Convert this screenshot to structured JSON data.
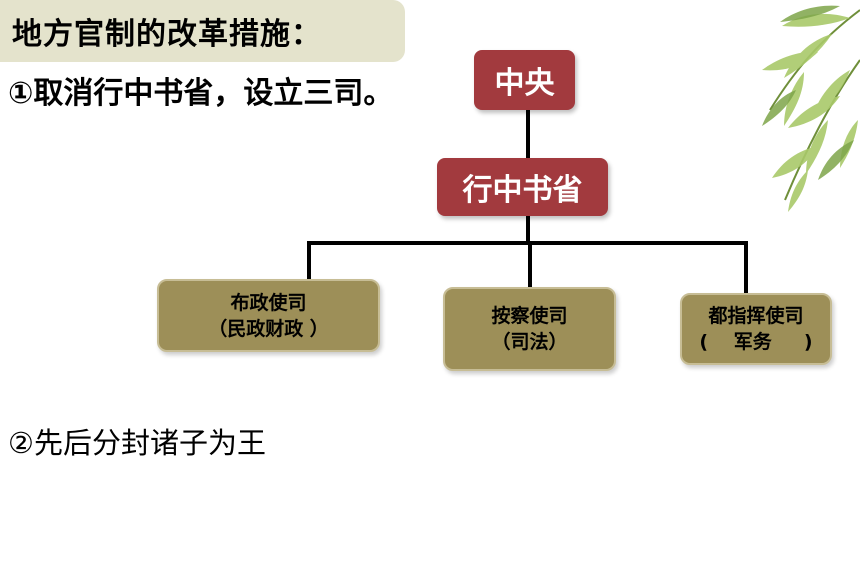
{
  "header": {
    "title": "地方官制的改革措施："
  },
  "points": {
    "first": "①取消行中书省，设立三司。",
    "second": "②先后分封诸子为王"
  },
  "diagram": {
    "root": "中央",
    "middle": "行中书省",
    "branches": [
      {
        "name": "布政使司",
        "note": "（民政财政 ）"
      },
      {
        "name": "按察使司",
        "note": "（司法）"
      },
      {
        "name": "都指挥使司",
        "note": "(　 军务 　 )"
      }
    ]
  },
  "colors": {
    "red_node": "#a23a3e",
    "olive_node": "#9d8f58",
    "title_band": "#e4e3cc"
  },
  "decoration": {
    "corner_image": "bamboo-leaves"
  }
}
